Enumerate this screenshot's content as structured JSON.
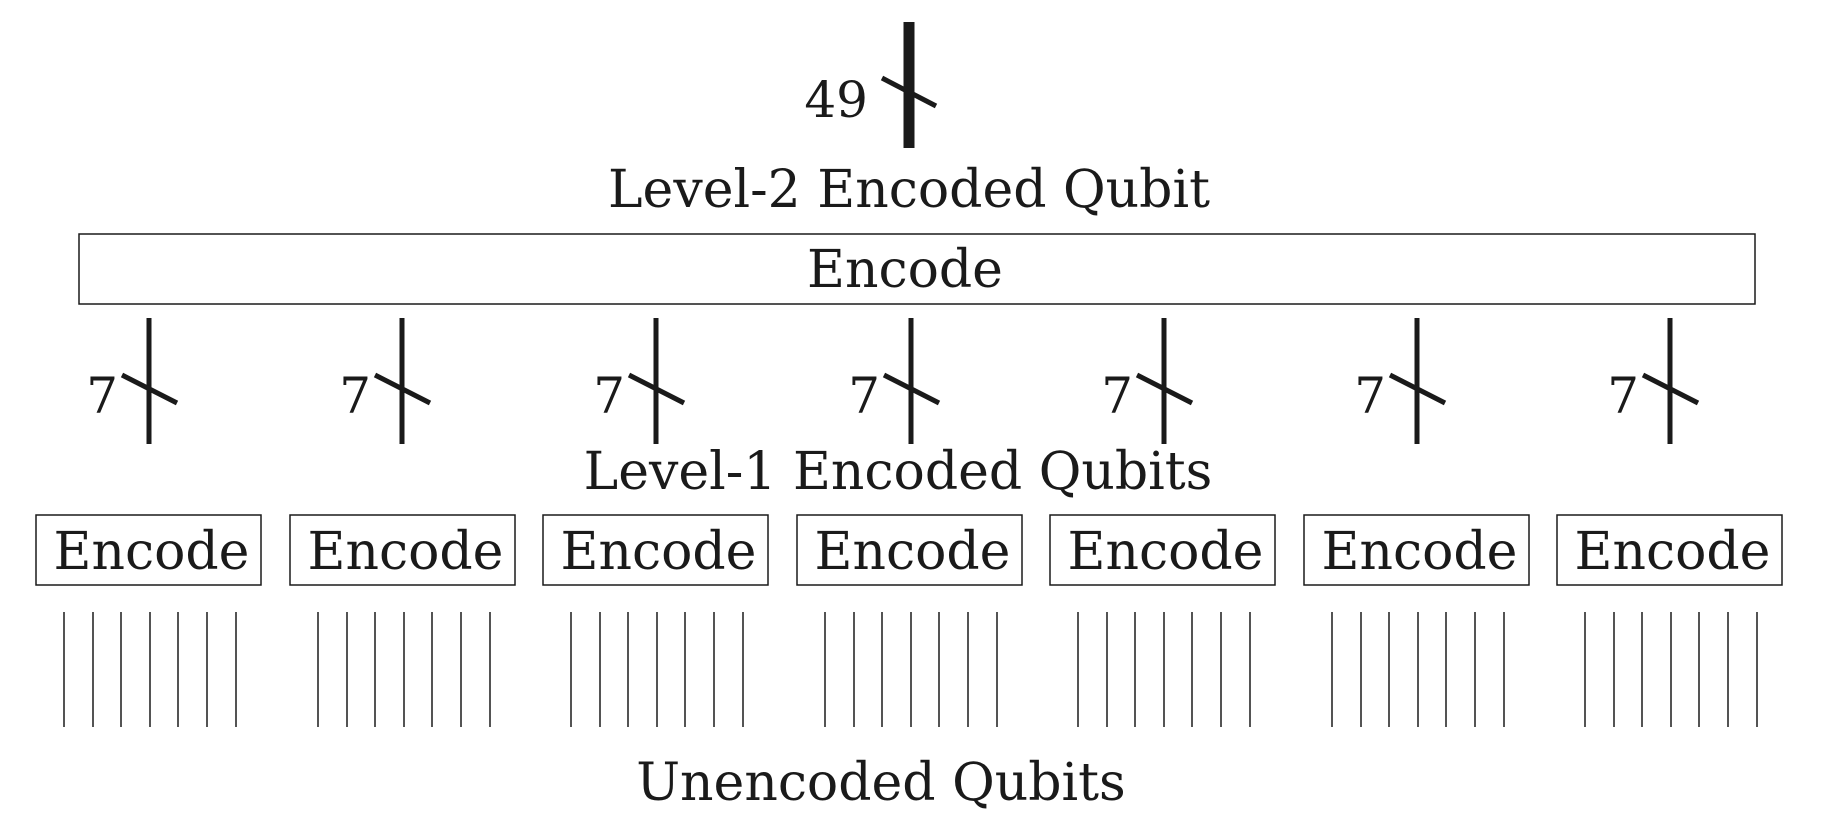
{
  "top_bundle_count": "49",
  "level2_label": "Level-2 Encoded Qubit",
  "level2_encode_label": "Encode",
  "level1_bundles": [
    {
      "count": "7"
    },
    {
      "count": "7"
    },
    {
      "count": "7"
    },
    {
      "count": "7"
    },
    {
      "count": "7"
    },
    {
      "count": "7"
    },
    {
      "count": "7"
    }
  ],
  "level1_label": "Level-1 Encoded Qubits",
  "level1_encode_blocks": [
    {
      "label": "Encode",
      "wires": 7
    },
    {
      "label": "Encode",
      "wires": 7
    },
    {
      "label": "Encode",
      "wires": 7
    },
    {
      "label": "Encode",
      "wires": 7
    },
    {
      "label": "Encode",
      "wires": 7
    },
    {
      "label": "Encode",
      "wires": 7
    },
    {
      "label": "Encode",
      "wires": 7
    }
  ],
  "bottom_label": "Unencoded Qubits"
}
